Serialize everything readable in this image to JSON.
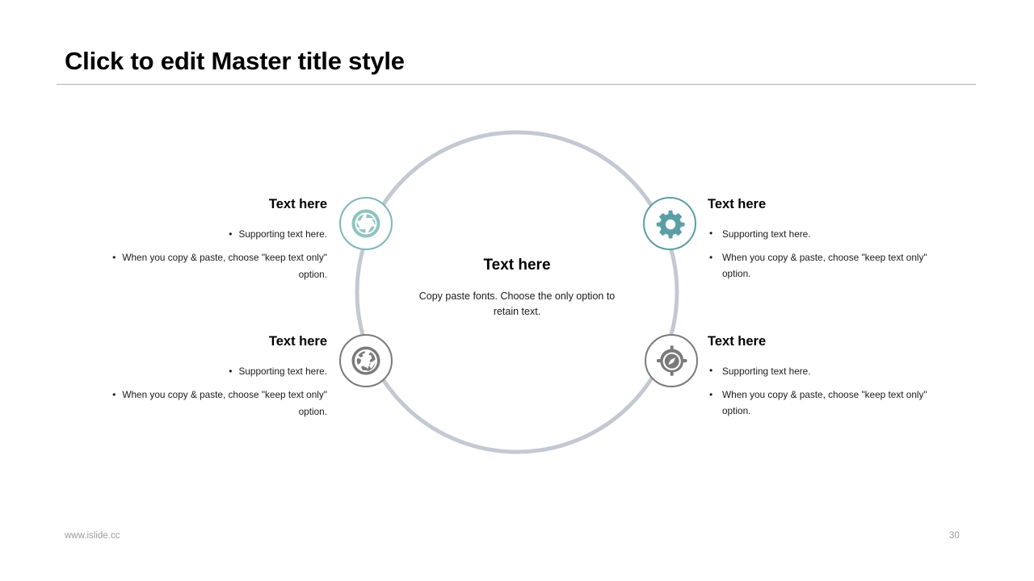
{
  "slide": {
    "title": "Click to edit Master title style",
    "footer_url": "www.islide.cc",
    "page_number": "30"
  },
  "colors": {
    "ring": "#C3C9D2",
    "teal_light": "#8FC4C0",
    "teal_dark": "#5B9EA6",
    "teal_border": "#7FB6BC",
    "gray_icon": "#7A7A7A",
    "gray_border": "#7A7A7A",
    "text": "#1a1a1a",
    "footer": "#9b9b9b",
    "divider": "#b0b0b0"
  },
  "center": {
    "title": "Text here",
    "body": "Copy paste fonts. Choose the only option to retain text."
  },
  "nodes": [
    {
      "id": "top-left",
      "icon": "aperture-icon",
      "icon_color": "#8FC4C0",
      "border_color": "#7FB6BC",
      "heading": "Text here",
      "bullets": [
        "Supporting text here.",
        "When you copy & paste, choose \"keep text only\" option."
      ]
    },
    {
      "id": "top-right",
      "icon": "gear-icon",
      "icon_color": "#5B9EA6",
      "border_color": "#5B9EA6",
      "heading": "Text here",
      "bullets": [
        "Supporting text here.",
        "When you copy & paste, choose \"keep text only\" option."
      ]
    },
    {
      "id": "bottom-left",
      "icon": "globe-icon",
      "icon_color": "#7A7A7A",
      "border_color": "#7A7A7A",
      "heading": "Text here",
      "bullets": [
        "Supporting text here.",
        "When you copy & paste, choose \"keep text only\" option."
      ]
    },
    {
      "id": "bottom-right",
      "icon": "compass-icon",
      "icon_color": "#7A7A7A",
      "border_color": "#7A7A7A",
      "heading": "Text here",
      "bullets": [
        "Supporting text here.",
        "When you copy & paste, choose \"keep text only\" option."
      ]
    }
  ]
}
